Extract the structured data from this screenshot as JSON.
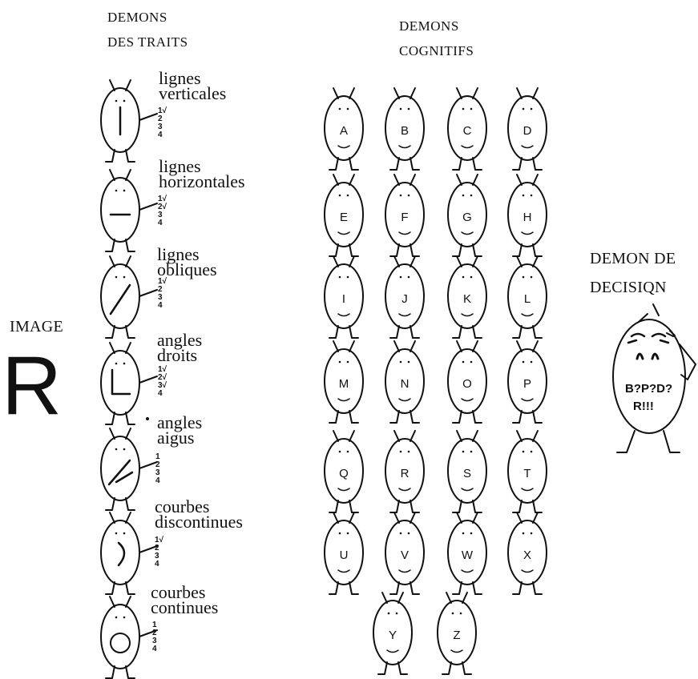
{
  "headers": {
    "feature_demons": [
      "DEMONS",
      "DES TRAITS"
    ],
    "cognitive_demons": [
      "DEMONS",
      "COGNITIFS"
    ],
    "decision_demon": [
      "DEMON DE",
      "DECISIQN"
    ],
    "image": "IMAGE"
  },
  "image_letter": "R",
  "feature_demons": [
    {
      "label": [
        "lignes",
        "verticales"
      ],
      "marks": [
        "1√",
        "2",
        "3",
        "4"
      ]
    },
    {
      "label": [
        "lignes",
        "horizontales"
      ],
      "marks": [
        "1√",
        "2√",
        "3",
        "4"
      ]
    },
    {
      "label": [
        "lignes",
        "obliques"
      ],
      "marks": [
        "1√",
        "2",
        "3",
        "4"
      ]
    },
    {
      "label": [
        "angles",
        "droits"
      ],
      "marks": [
        "1√",
        "2√",
        "3√",
        "4"
      ]
    },
    {
      "label": [
        "angles",
        "aigus"
      ],
      "marks": [
        "1",
        "2",
        "3",
        "4"
      ]
    },
    {
      "label": [
        "courbes",
        "discontinues"
      ],
      "marks": [
        "1√",
        "2",
        "3",
        "4"
      ]
    },
    {
      "label": [
        "courbes",
        "continues"
      ],
      "marks": [
        "1",
        "2",
        "3",
        "4"
      ]
    }
  ],
  "cognitive_demons": [
    "A",
    "B",
    "C",
    "D",
    "E",
    "F",
    "G",
    "H",
    "I",
    "J",
    "K",
    "L",
    "M",
    "N",
    "O",
    "P",
    "Q",
    "R",
    "S",
    "T",
    "U",
    "V",
    "W",
    "X",
    "Y",
    "Z"
  ],
  "decision": {
    "line1": "B?P?D?",
    "line2": "R!!!"
  }
}
